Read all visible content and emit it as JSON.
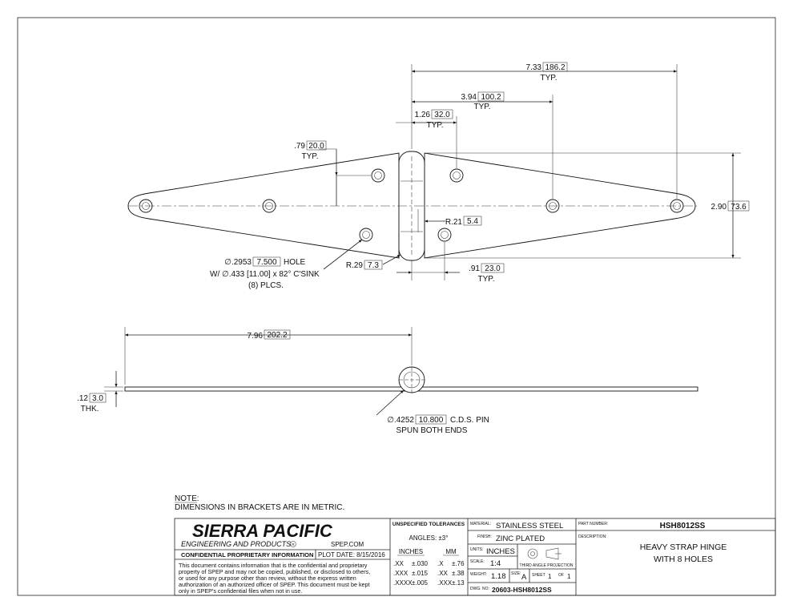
{
  "drawing": {
    "dimensions": {
      "d_733": "7.33",
      "d_733_mm": "186.2",
      "d_394": "3.94",
      "d_394_mm": "100.2",
      "d_126": "1.26",
      "d_126_mm": "32.0",
      "d_079": ".79",
      "d_079_mm": "20.0",
      "d_290": "2.90",
      "d_290_mm": "73.6",
      "r_021": "R.21",
      "r_021_mm": "5.4",
      "r_029": "R.29",
      "r_029_mm": "7.3",
      "d_091": ".91",
      "d_091_mm": "23.0",
      "d_796": "7.96",
      "d_796_mm": "202.2",
      "d_012": ".12",
      "d_012_mm": "3.0",
      "typ": "TYP.",
      "thk": "THK."
    },
    "hole_note": {
      "line1_a": "∅.2953",
      "line1_mm": "7.500",
      "line1_b": "HOLE",
      "line2_a": "W/  ∅.433 [11.00] x 82° C'SINK",
      "line3": "(8) PLCS."
    },
    "pin_note": {
      "line1_a": "∅.4252",
      "line1_mm": "10.800",
      "line1_b": "C.D.S. PIN",
      "line2": "SPUN BOTH ENDS"
    },
    "note": {
      "title": "NOTE:",
      "text": "DIMENSIONS IN BRACKETS ARE IN METRIC."
    }
  },
  "title_block": {
    "company": "SIERRA PACIFIC",
    "company_sub": "ENGINEERING AND PRODUCTS",
    "registered": "R",
    "website": "SPEP.COM",
    "confidential_label": "CONFIDENTIAL PROPRIETARY INFORMATION",
    "plot_date": "PLOT DATE:  8/15/2016",
    "confidential_text": [
      "This document contains information that is the confidential and proprietary",
      "property of SPEP and may not be copied, published, or disclosed to others,",
      "or used for any purpose  other than review, without the express written",
      "authorization of an authorized officer of SPEP. This document must be kept",
      "only in SPEP's confidential files when not in use."
    ],
    "tolerances": {
      "title": "UNSPECIFIED TOLERANCES",
      "angles": "ANGLES: ±3°",
      "inches_header": "INCHES",
      "mm_header": "MM",
      "rows": [
        {
          "in_k": ".XX",
          "in_v": "±.030",
          "mm_k": ".X",
          "mm_v": "±.76"
        },
        {
          "in_k": ".XXX",
          "in_v": "±.015",
          "mm_k": ".XX",
          "mm_v": "±.38"
        },
        {
          "in_k": ".XXXX",
          "in_v": "±.005",
          "mm_k": ".XXX",
          "mm_v": "±.13"
        }
      ]
    },
    "material_label": "MATERIAL:",
    "material": "STAINLESS STEEL",
    "finish_label": "FINISH:",
    "finish": "ZINC PLATED",
    "units_label": "UNITS:",
    "units": "INCHES",
    "projection": "THIRD ANGLE PROJECTION",
    "scale_label": "SCALE:",
    "scale": "1:4",
    "weight_label": "WEIGHT:",
    "weight": "1.18",
    "size_label": "SIZE:",
    "size": "A",
    "sheet_label": "SHEET",
    "sheet": "1",
    "of_label": "OF",
    "sheet_total": "1",
    "dwg_label": "DWG. NO:",
    "dwg_no": "20603-HSH8012SS",
    "part_label": "PART NUMBER:",
    "part_no": "HSH8012SS",
    "desc_label": "DESCRIPTION:",
    "desc_line1": "HEAVY STRAP HINGE",
    "desc_line2": "WITH 8 HOLES"
  }
}
